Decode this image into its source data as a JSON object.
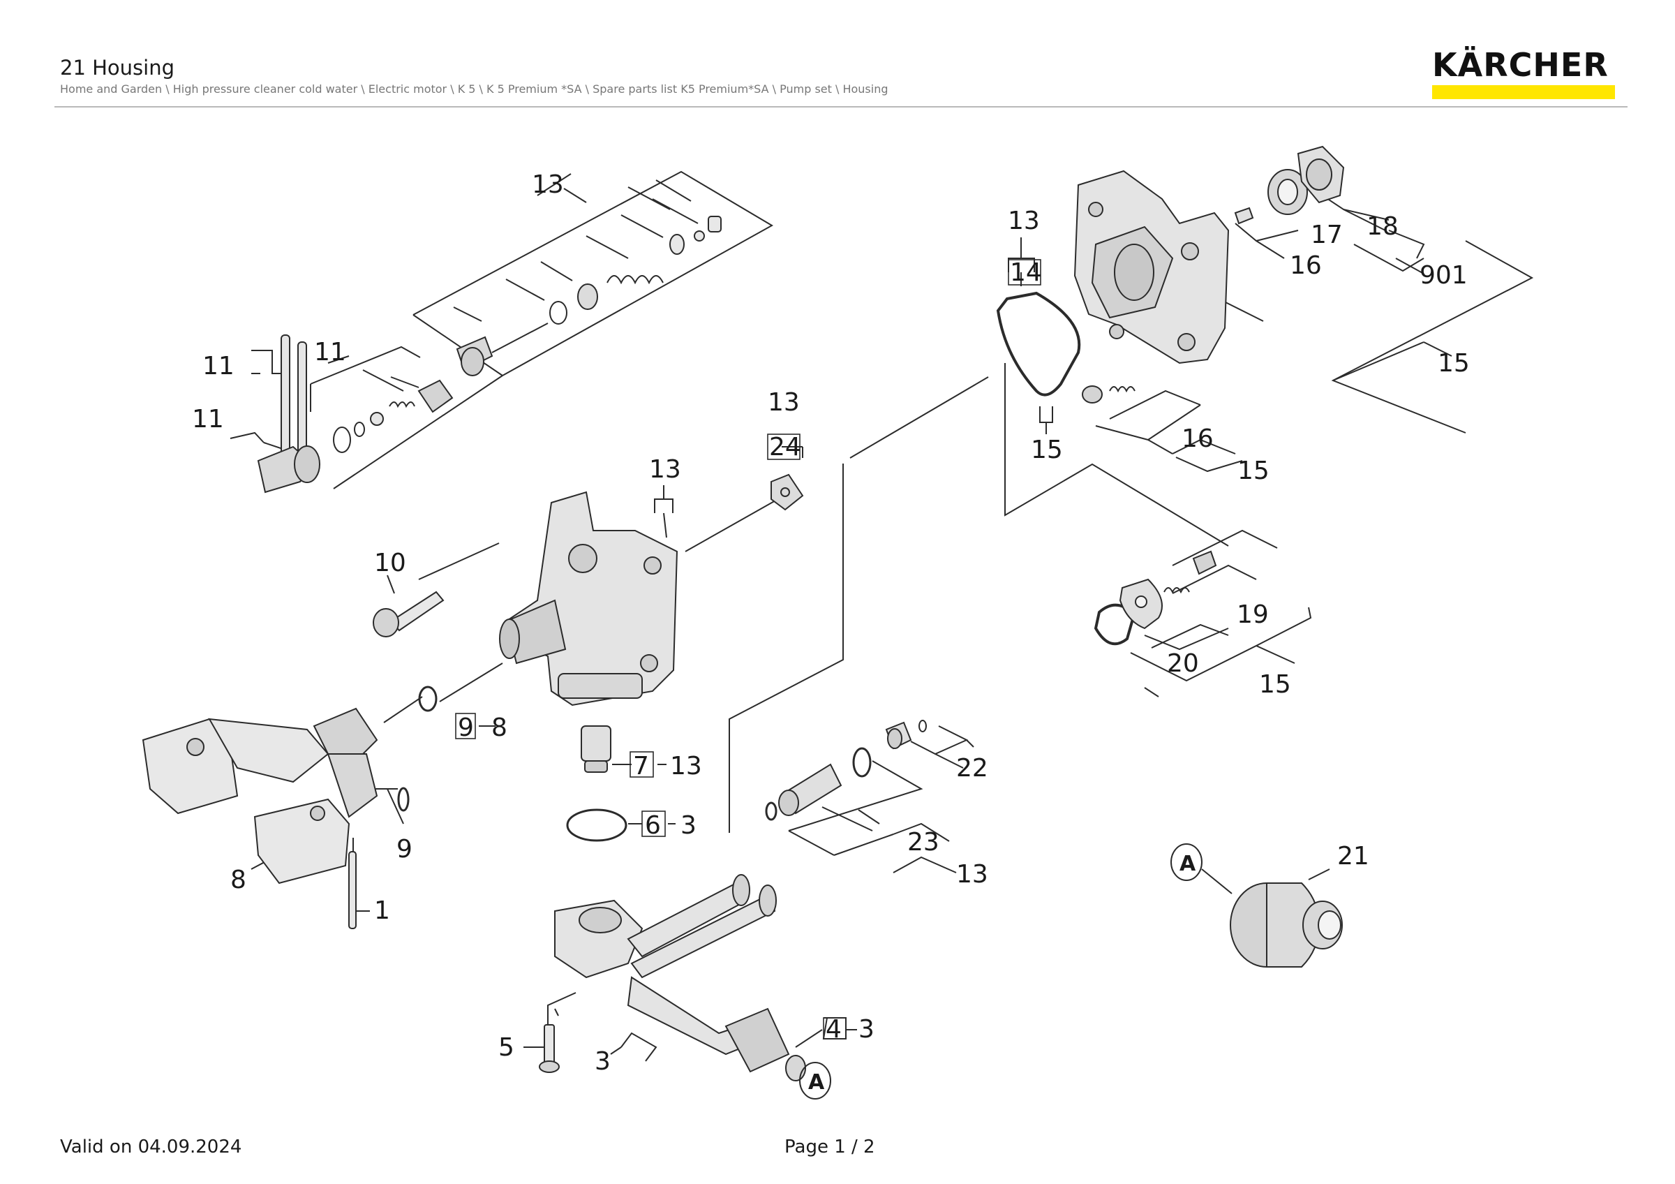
{
  "header": {
    "title": "21 Housing",
    "breadcrumb": "Home and Garden \\ High pressure cleaner cold water \\ Electric motor \\ K 5 \\ K 5 Premium *SA \\ Spare parts list K5 Premium*SA \\ Pump set \\ Housing",
    "logo_text": "KÄRCHER",
    "brand_color": "#ffe600"
  },
  "footer": {
    "valid": "Valid on 04.09.2024",
    "page": "Page 1 / 2"
  },
  "diagram": {
    "line_color": "#2b2b2b",
    "callouts": {
      "c13_top": "13",
      "c11_a": "11",
      "c11_b": "11",
      "c11_c": "11",
      "c10": "10",
      "c9_box": "9",
      "c8_near": "8",
      "c9": "9",
      "c8": "8",
      "c1": "1",
      "c7_box": "7",
      "c13_mid": "13",
      "c6_box": "6",
      "c3_mid": "3",
      "c5": "5",
      "c3_low": "3",
      "c4_box": "4",
      "c3_right": "3",
      "c13_hous": "13",
      "c13_24": "13",
      "c24_box": "24",
      "c23": "23",
      "c13_23": "13",
      "c22": "22",
      "c13_14": "13",
      "c14_box": "14",
      "c15_a": "15",
      "c16_a": "16",
      "c17": "17",
      "c18": "18",
      "c901": "901",
      "c15_b": "15",
      "c16_b": "16",
      "c15_c": "15",
      "c19": "19",
      "c20": "20",
      "c15_d": "15",
      "c21": "21",
      "ref_a1": "A",
      "ref_a2": "A"
    }
  }
}
